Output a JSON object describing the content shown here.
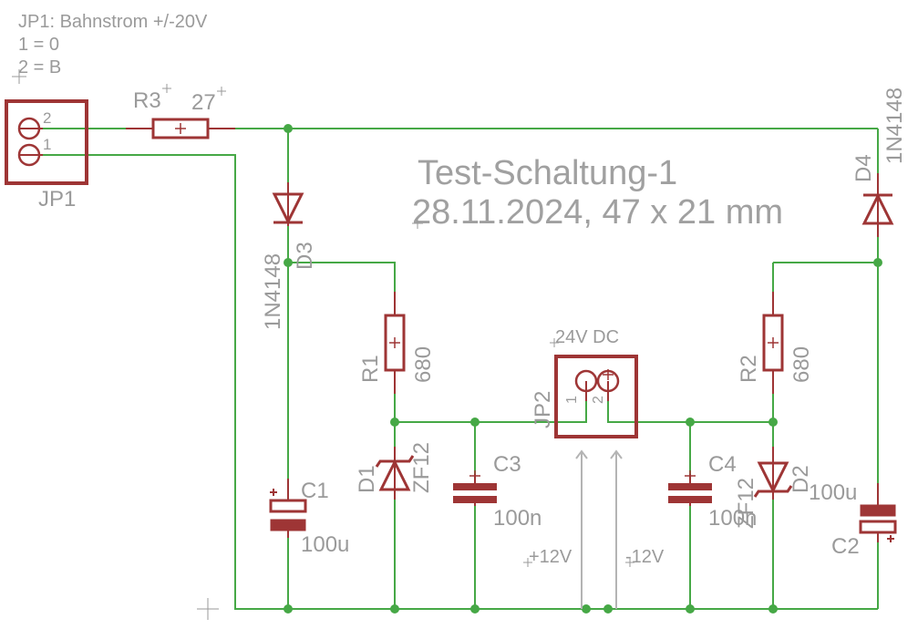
{
  "title": "Test-Schaltung-1",
  "subtitle": "28.11.2024, 47 x 21 mm",
  "notes": [
    "JP1: Bahnstrom +/-20V",
    "1 = 0",
    "2 = B"
  ],
  "colors": {
    "wire": "#46a846",
    "part": "#9e3535",
    "text": "#a0a0a0",
    "arrow": "#b4b4b4"
  },
  "components": {
    "jp1": {
      "name": "JP1",
      "pin1": "1",
      "pin2": "2"
    },
    "jp2": {
      "name": "JP2",
      "value": "24V DC",
      "pin1": "1",
      "pin2": "2"
    },
    "r1": {
      "name": "R1",
      "value": "680"
    },
    "r2": {
      "name": "R2",
      "value": "680"
    },
    "r3": {
      "name": "R3",
      "value": "27"
    },
    "d1": {
      "name": "D1",
      "value": "ZF12"
    },
    "d2": {
      "name": "D2",
      "value": "ZF12"
    },
    "d3": {
      "name": "D3",
      "value": "1N4148"
    },
    "d4": {
      "name": "D4",
      "value": "1N4148"
    },
    "c1": {
      "name": "C1",
      "value": "100u"
    },
    "c2": {
      "name": "C2",
      "value": "100u"
    },
    "c3": {
      "name": "C3",
      "value": "100n"
    },
    "c4": {
      "name": "C4",
      "value": "100n"
    }
  },
  "supply": {
    "left": "+12V",
    "right": "-12V"
  }
}
